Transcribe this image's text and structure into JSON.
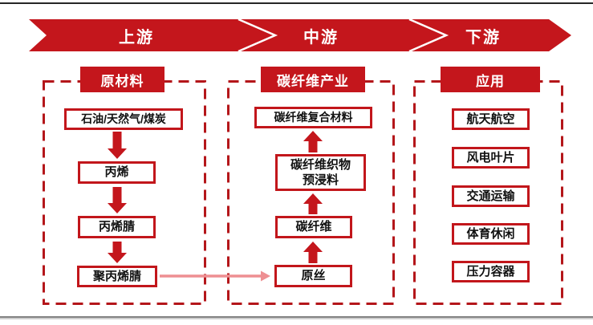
{
  "banner": {
    "items": [
      {
        "label": "上游"
      },
      {
        "label": "中游"
      },
      {
        "label": "下游"
      }
    ]
  },
  "upstream": {
    "title": "原材料",
    "node_feedstock": "石油/天然气/煤炭",
    "node_propylene": "丙烯",
    "node_acrylonitrile": "丙烯腈",
    "node_pan": "聚丙烯腈"
  },
  "midstream": {
    "title": "碳纤维产业",
    "node_composite": "碳纤维复合材料",
    "node_fabric_line1": "碳纤维织物",
    "node_fabric_line2": "预浸料",
    "node_carbon_fiber": "碳纤维",
    "node_precursor": "原丝"
  },
  "downstream": {
    "title": "应用",
    "node_aerospace": "航天航空",
    "node_wind_blade": "风电叶片",
    "node_transport": "交通运输",
    "node_sports": "体育休闲",
    "node_pressure": "压力容器"
  },
  "connector": {
    "from": "聚丙烯腈",
    "to": "原丝"
  },
  "colors": {
    "primary_red": "#c4161c",
    "box_border_red": "#c2161b",
    "dashed_border_red": "#b4161a",
    "connector_pink": "#ee8f92",
    "top_rule": "#262626",
    "bottom_rule": "#828282"
  }
}
